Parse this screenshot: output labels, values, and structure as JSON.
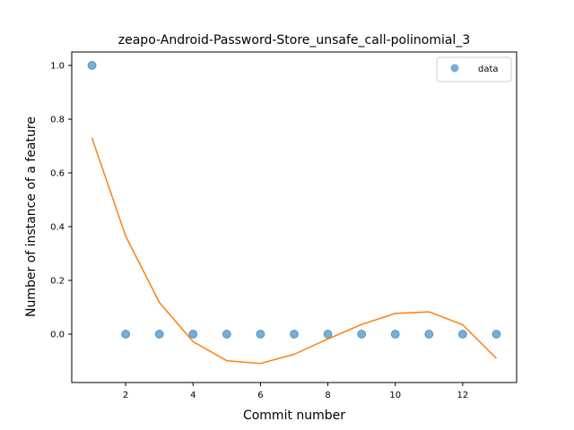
{
  "chart_data": {
    "type": "scatter",
    "title": "zeapo-Android-Password-Store_unsafe_call-polinomial_3",
    "xlabel": "Commit number",
    "ylabel": "Number of instance of a feature",
    "xlim": [
      0.4,
      13.6
    ],
    "ylim": [
      -0.18,
      1.05
    ],
    "xticks": [
      2,
      4,
      6,
      8,
      10,
      12
    ],
    "yticks": [
      0.0,
      0.2,
      0.4,
      0.6,
      0.8,
      1.0
    ],
    "ytick_labels": [
      "0.0",
      "0.2",
      "0.4",
      "0.6",
      "0.8",
      "1.0"
    ],
    "grid": false,
    "legend_position": "top-right",
    "series": [
      {
        "name": "data",
        "kind": "scatter",
        "color": "#1f77b4",
        "x": [
          1,
          2,
          3,
          4,
          5,
          6,
          7,
          8,
          9,
          10,
          11,
          12,
          13
        ],
        "y": [
          1,
          0,
          0,
          0,
          0,
          0,
          0,
          0,
          0,
          0,
          0,
          0,
          0
        ]
      },
      {
        "kind": "line",
        "color": "#ff7f0e",
        "x": [
          1,
          2,
          3,
          4,
          5,
          6,
          7,
          8,
          9,
          10,
          11,
          12,
          13
        ],
        "y": [
          0.73,
          0.365,
          0.118,
          -0.028,
          -0.099,
          -0.109,
          -0.075,
          -0.018,
          0.036,
          0.077,
          0.083,
          0.035,
          -0.09
        ]
      }
    ]
  }
}
